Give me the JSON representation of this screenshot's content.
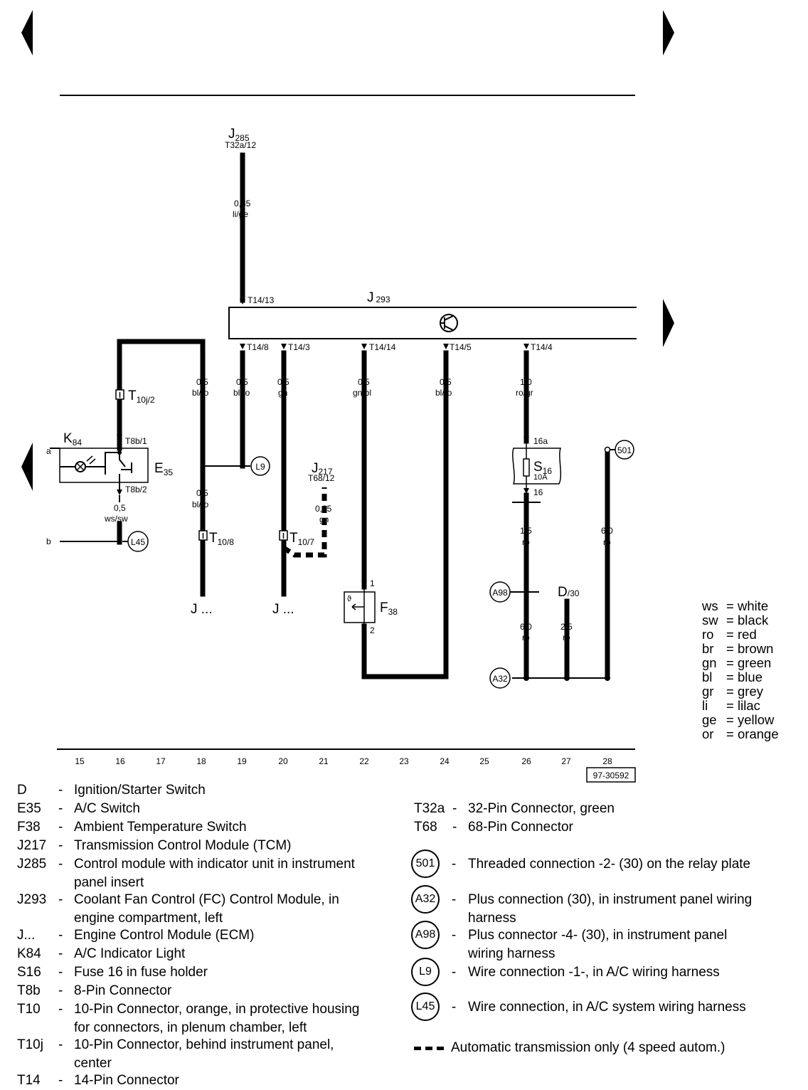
{
  "diagram": {
    "components": {
      "j285": {
        "label": "J",
        "sub": "285",
        "pin": "T32a/12"
      },
      "j293": {
        "label": "J",
        "sub": "293"
      },
      "k84": {
        "label": "K",
        "sub": "84"
      },
      "e35": {
        "label": "E",
        "sub": "35"
      },
      "j217": {
        "label": "J",
        "sub": "217",
        "pin": "T68/12"
      },
      "f38": {
        "label": "F",
        "sub": "38"
      },
      "s16": {
        "label": "S",
        "sub": "16",
        "rating": "10A"
      },
      "d": {
        "label": "D",
        "sub": "/30"
      },
      "j_left": "J ...",
      "j_mid": "J ..."
    },
    "connectors": {
      "t14_13": "T14/13",
      "t14_8": "T14/8",
      "t14_3": "T14/3",
      "t14_14": "T14/14",
      "t14_5": "T14/5",
      "t14_4": "T14/4",
      "t10j_2": {
        "label": "T",
        "sub": "10j/2"
      },
      "t8b_1": "T8b/1",
      "t8b_2": "T8b/2",
      "t10_8": {
        "label": "T",
        "sub": "10/8"
      },
      "t10_7": {
        "label": "T",
        "sub": "10/7"
      },
      "p16a": "16a",
      "p16": "16",
      "f38_1": "1",
      "f38_2": "2",
      "f38_inner": "ϑ"
    },
    "wires": {
      "w_j285": {
        "size": "0,35",
        "color": "li/ge"
      },
      "w18_top": {
        "size": "0,5",
        "color": "bl/ro"
      },
      "w19": {
        "size": "0,5",
        "color": "bl/ro"
      },
      "w20": {
        "size": "0,5",
        "color": "gn"
      },
      "w22": {
        "size": "0,5",
        "color": "gn/bl"
      },
      "w24": {
        "size": "0,5",
        "color": "bl/ro"
      },
      "w26_top": {
        "size": "1,0",
        "color": "ro/gr"
      },
      "w16": {
        "size": "0,5",
        "color": "ws/sw"
      },
      "w18_bot": {
        "size": "0,5",
        "color": "bl/ro"
      },
      "w21": {
        "size": "0,35",
        "color": "gn"
      },
      "w26_mid": {
        "size": "1,5",
        "color": "ro"
      },
      "w28": {
        "size": "6,0",
        "color": "ro"
      },
      "w26_bot": {
        "size": "6,0",
        "color": "ro"
      },
      "w27": {
        "size": "2,5",
        "color": "ro"
      }
    },
    "points": {
      "a": "a",
      "b": "b"
    },
    "circles": {
      "l9": "L9",
      "l45": "L45",
      "c501": "501",
      "a98": "A98",
      "a32": "A32"
    },
    "grid": [
      "15",
      "16",
      "17",
      "18",
      "19",
      "20",
      "21",
      "22",
      "23",
      "24",
      "25",
      "26",
      "27",
      "28"
    ],
    "ref": "97-30592"
  },
  "color_legend": [
    {
      "code": "ws",
      "name": "white"
    },
    {
      "code": "sw",
      "name": "black"
    },
    {
      "code": "ro",
      "name": "red"
    },
    {
      "code": "br",
      "name": "brown"
    },
    {
      "code": "gn",
      "name": "green"
    },
    {
      "code": "bl",
      "name": "blue"
    },
    {
      "code": "gr",
      "name": "grey"
    },
    {
      "code": "li",
      "name": "lilac"
    },
    {
      "code": "ge",
      "name": "yellow"
    },
    {
      "code": "or",
      "name": "orange"
    }
  ],
  "legend_left": [
    {
      "code": "D",
      "desc": "Ignition/Starter Switch"
    },
    {
      "code": "E35",
      "desc": "A/C Switch"
    },
    {
      "code": "F38",
      "desc": "Ambient Temperature Switch"
    },
    {
      "code": "J217",
      "desc": "Transmission Control Module (TCM)"
    },
    {
      "code": "J285",
      "desc": "Control module with indicator unit in instrument",
      "desc2": "panel insert"
    },
    {
      "code": "J293",
      "desc": "Coolant Fan Control (FC) Control Module, in",
      "desc2": "engine compartment, left"
    },
    {
      "code": "J...",
      "desc": "Engine Control Module (ECM)"
    },
    {
      "code": "K84",
      "desc": "A/C Indicator Light"
    },
    {
      "code": "S16",
      "desc": "Fuse 16 in fuse holder"
    },
    {
      "code": "T8b",
      "desc": "8-Pin Connector"
    },
    {
      "code": "T10",
      "desc": "10-Pin Connector, orange, in protective housing",
      "desc2": "for connectors, in plenum chamber, left"
    },
    {
      "code": "T10j",
      "desc": "10-Pin Connector, behind instrument panel,",
      "desc2": "center"
    },
    {
      "code": "T14",
      "desc": "14-Pin Connector"
    }
  ],
  "legend_right": [
    {
      "code": "T32a",
      "desc": "32-Pin Connector, green"
    },
    {
      "code": "T68",
      "desc": "68-Pin Connector"
    }
  ],
  "legend_circles": [
    {
      "id": "501",
      "desc": "Threaded connection -2- (30) on the relay plate"
    },
    {
      "id": "A32",
      "desc": "Plus connection (30), in instrument panel wiring",
      "desc2": "harness"
    },
    {
      "id": "A98",
      "desc": "Plus connector -4- (30), in instrument panel",
      "desc2": "wiring harness"
    },
    {
      "id": "L9",
      "desc": "Wire connection -1-, in A/C wiring harness"
    },
    {
      "id": "L45",
      "desc": "Wire connection, in A/C system wiring harness"
    }
  ],
  "legend_dash": "Automatic transmission only (4 speed autom.)",
  "common": {
    "sep": "-"
  }
}
